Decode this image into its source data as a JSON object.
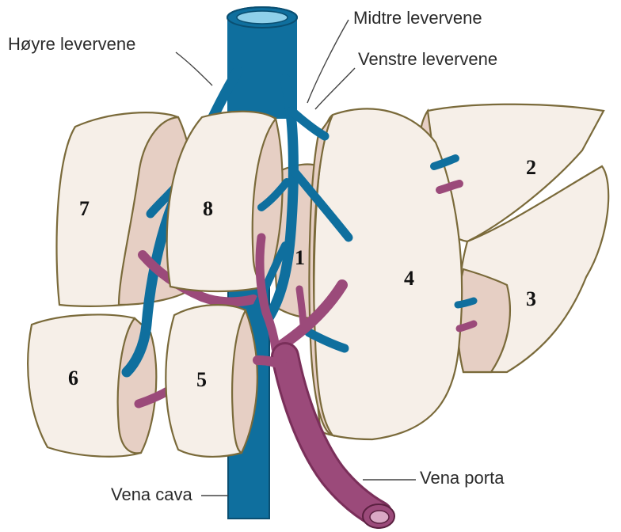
{
  "labels": {
    "hoyre_levervene": "Høyre levervene",
    "midtre_levervene": "Midtre levervene",
    "venstre_levervene": "Venstre levervene",
    "vena_cava": "Vena cava",
    "vena_porta": "Vena porta"
  },
  "segments": [
    "1",
    "2",
    "3",
    "4",
    "5",
    "6",
    "7",
    "8"
  ],
  "colors": {
    "vein_blue": "#0f6f9e",
    "portal_magenta": "#9b4a7a",
    "lobe_face": "#f6efe8",
    "lobe_side": "#e6cfc4",
    "outline": "#7a6a3a"
  }
}
